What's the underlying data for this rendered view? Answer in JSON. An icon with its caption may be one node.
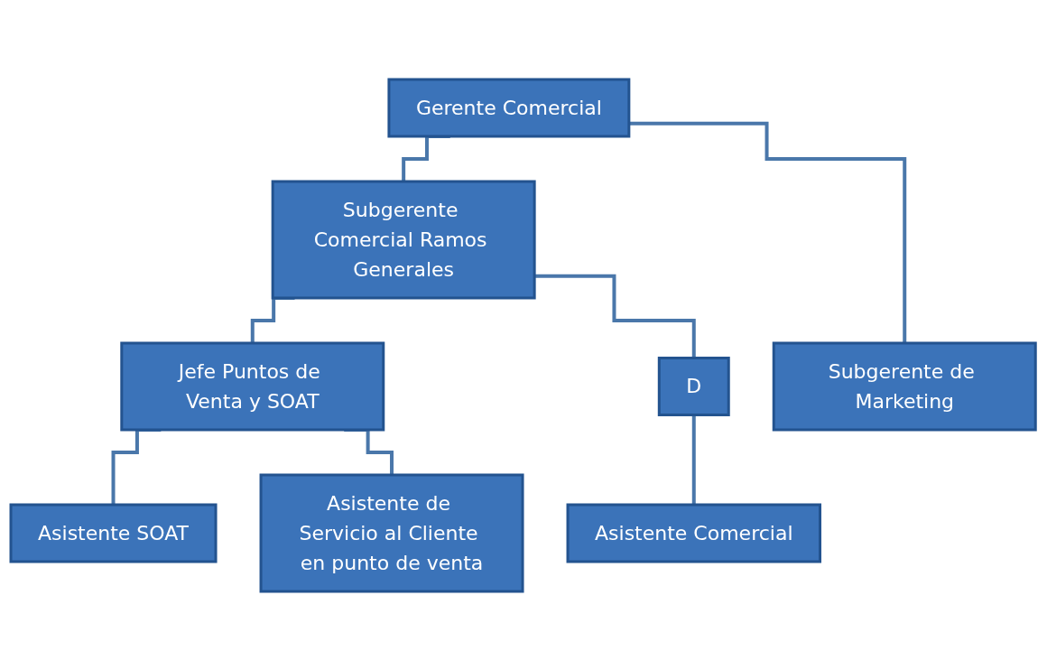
{
  "diagram": {
    "nodes": [
      {
        "text": [
          "Gerente Comercial"
        ]
      },
      {
        "text": [
          "Subgerente Comercial Ramos Generales"
        ]
      },
      {
        "text": [
          "Jefe Puntos de Venta y SOAT"
        ]
      },
      {
        "text": [
          "D"
        ]
      },
      {
        "text": [
          "Subgerente de Marketing"
        ]
      },
      {
        "text": [
          "Asistente SOAT"
        ]
      },
      {
        "text": [
          "Asistente de Servicio al Cliente en punto de venta"
        ]
      },
      {
        "text": [
          "Asistente Comercial"
        ]
      }
    ],
    "edges": [
      {
        "from": 0,
        "to": 1,
        "arrow": "none"
      },
      {
        "from": 0,
        "to": 4,
        "arrow": "none"
      },
      {
        "from": 1,
        "to": 2,
        "arrow": "none"
      },
      {
        "from": 1,
        "to": 3,
        "arrow": "none"
      },
      {
        "from": 2,
        "to": 5,
        "arrow": "none"
      },
      {
        "from": 2,
        "to": 6,
        "arrow": "none"
      },
      {
        "from": 3,
        "to": 7,
        "arrow": "none"
      }
    ]
  }
}
